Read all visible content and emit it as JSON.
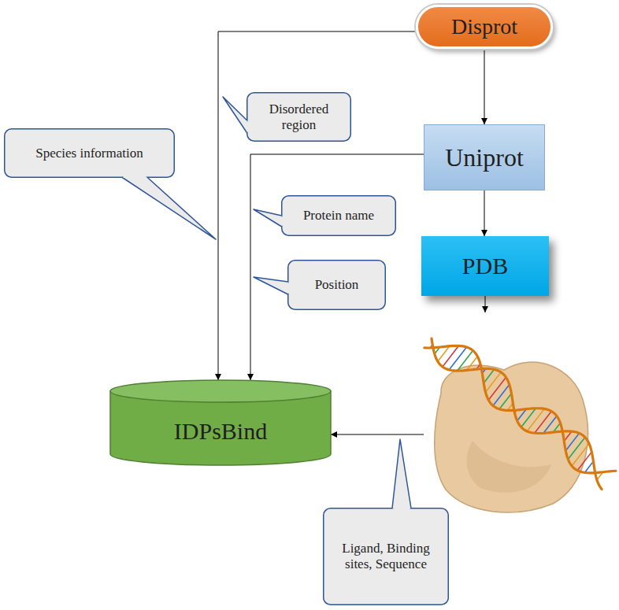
{
  "diagram": {
    "nodes": [
      {
        "text": [
          "Disprot"
        ]
      },
      {
        "text": [
          "Disordered region"
        ]
      },
      {
        "text": [
          "Species information"
        ]
      },
      {
        "text": [
          "Uniprot"
        ]
      },
      {
        "text": [
          "Protein name"
        ]
      },
      {
        "text": [
          "PDB"
        ]
      },
      {
        "text": [
          "Position"
        ]
      },
      {
        "text": [
          "IDPsBind"
        ]
      },
      {
        "text": [
          "Ligand, Binding sites, Sequence"
        ]
      }
    ],
    "edges": [
      {
        "from": 0,
        "to": 3,
        "arrow": "to"
      },
      {
        "from": 3,
        "to": 5,
        "arrow": "to"
      },
      {
        "from": 0,
        "to": 7,
        "arrow": "to"
      },
      {
        "from": 3,
        "to": 7,
        "arrow": "to"
      },
      {
        "from": 5,
        "to": 7,
        "arrow": "to"
      }
    ]
  }
}
